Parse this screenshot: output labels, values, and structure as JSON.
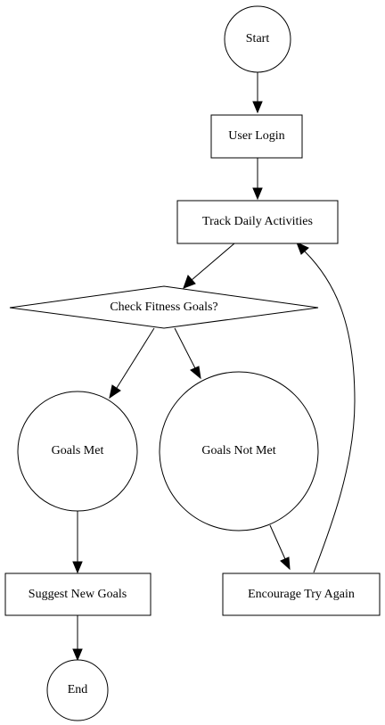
{
  "diagram": {
    "nodes": {
      "start": "Start",
      "login": "User Login",
      "track": "Track Daily Activities",
      "check": "Check Fitness Goals?",
      "met": "Goals Met",
      "notmet": "Goals Not Met",
      "suggest": "Suggest New Goals",
      "encourage": "Encourage Try Again",
      "end": "End"
    },
    "edges": [
      {
        "from": "Start",
        "to": "User Login"
      },
      {
        "from": "User Login",
        "to": "Track Daily Activities"
      },
      {
        "from": "Track Daily Activities",
        "to": "Check Fitness Goals?"
      },
      {
        "from": "Check Fitness Goals?",
        "to": "Goals Met"
      },
      {
        "from": "Check Fitness Goals?",
        "to": "Goals Not Met"
      },
      {
        "from": "Goals Met",
        "to": "Suggest New Goals"
      },
      {
        "from": "Goals Not Met",
        "to": "Encourage Try Again"
      },
      {
        "from": "Suggest New Goals",
        "to": "End"
      },
      {
        "from": "Encourage Try Again",
        "to": "Track Daily Activities"
      }
    ]
  }
}
